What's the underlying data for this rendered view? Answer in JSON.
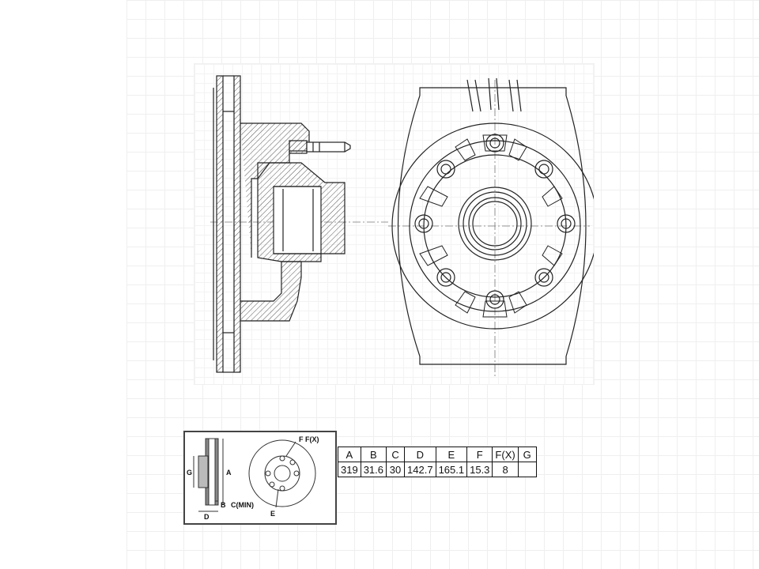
{
  "key_labels": {
    "label_f_fx": "F F(X)",
    "label_a": "A",
    "label_g": "G",
    "label_b": "B",
    "label_c_min": "C(MIN)",
    "label_d": "D",
    "label_e": "E"
  },
  "dimension_table": {
    "headers": [
      "A",
      "B",
      "C",
      "D",
      "E",
      "F",
      "F(X)",
      "G"
    ],
    "values": [
      "319",
      "31.6",
      "30",
      "142.7",
      "165.1",
      "15.3",
      "8",
      ""
    ]
  }
}
